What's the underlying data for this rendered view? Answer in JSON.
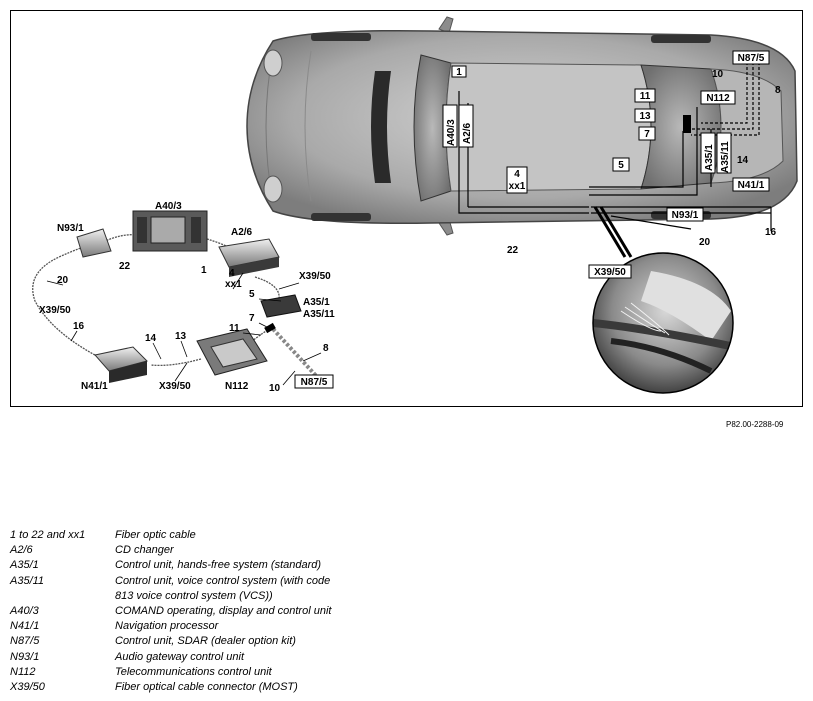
{
  "figure": {
    "reference": "P82.00-2288-09",
    "components": {
      "A40_3": "A40/3",
      "A2_6": "A2/6",
      "N93_1": "N93/1",
      "N41_1": "N41/1",
      "N112": "N112",
      "A35_1": "A35/1",
      "A35_11": "A35/11",
      "N87_5": "N87/5",
      "X39_50": "X39/50"
    },
    "cables": {
      "c1": "1",
      "c4": "4",
      "xx1": "xx1",
      "c5": "5",
      "c7": "7",
      "c8": "8",
      "c10": "10",
      "c11": "11",
      "c13": "13",
      "c14": "14",
      "c16": "16",
      "c20": "20",
      "c22": "22"
    }
  },
  "legend": [
    {
      "key": "1 to 22 and xx1",
      "desc": "Fiber optic cable"
    },
    {
      "key": "A2/6",
      "desc": "CD changer"
    },
    {
      "key": "A35/1",
      "desc": "Control unit, hands-free system (standard)"
    },
    {
      "key": "A35/11",
      "desc": "Control unit, voice control system (with code"
    },
    {
      "key": "",
      "desc": "813 voice control system (VCS))"
    },
    {
      "key": "A40/3",
      "desc": "COMAND operating, display and control unit"
    },
    {
      "key": "N41/1",
      "desc": "Navigation processor"
    },
    {
      "key": "N87/5",
      "desc": "Control unit, SDAR (dealer option kit)"
    },
    {
      "key": "N93/1",
      "desc": "Audio gateway control unit"
    },
    {
      "key": "N112",
      "desc": "Telecommunications control unit"
    },
    {
      "key": "X39/50",
      "desc": "Fiber optical cable connector (MOST)"
    }
  ]
}
